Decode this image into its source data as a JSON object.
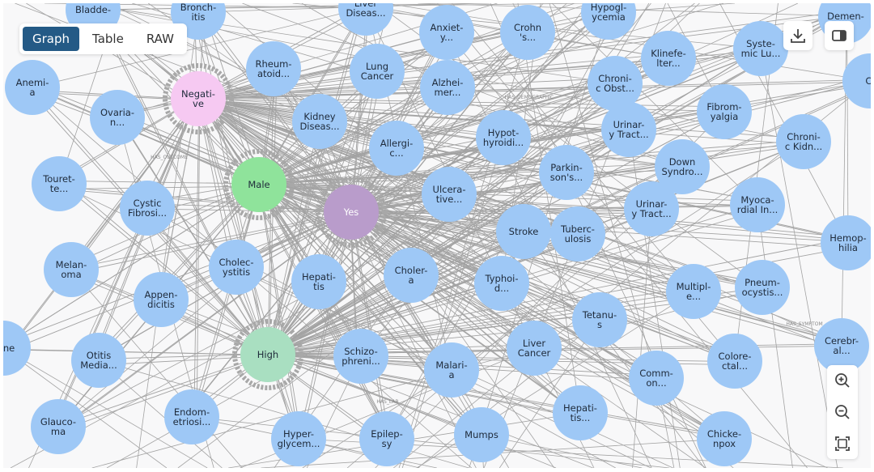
{
  "view_tabs": [
    {
      "label": "Graph",
      "active": true
    },
    {
      "label": "Table",
      "active": false
    },
    {
      "label": "RAW",
      "active": false
    }
  ],
  "toolbar": {
    "download": "download-icon",
    "toggle_panel": "side-panel-icon"
  },
  "zoom_controls": {
    "zoom_in": "zoom-in-icon",
    "zoom_out": "zoom-out-icon",
    "fit": "fit-to-screen-icon"
  },
  "colors": {
    "disease": "#9ec8f6",
    "negative": "#f6c9f2",
    "male": "#8fe39b",
    "yes": "#b99ccb",
    "high": "#a9dfc1",
    "edge": "#a3a3a3",
    "tab_active": "#245a86"
  },
  "edge_types": [
    "HAS_OUTCOME",
    "HAS_DEMOGRAPHIC",
    "HAS_SYMPTOM",
    "HAS_LAB"
  ],
  "nodes": [
    {
      "lines": [
        "Bladde-",
        ""
      ],
      "kind": "disease"
    },
    {
      "lines": [
        "Bronch-",
        "itis"
      ],
      "kind": "disease"
    },
    {
      "lines": [
        "Liver",
        "Diseas..."
      ],
      "kind": "disease"
    },
    {
      "lines": [
        "Anxiet-",
        "y..."
      ],
      "kind": "disease"
    },
    {
      "lines": [
        "Crohn",
        "'s..."
      ],
      "kind": "disease"
    },
    {
      "lines": [
        "Hypogl-",
        "ycemia"
      ],
      "kind": "disease"
    },
    {
      "lines": [
        "Demen-",
        ""
      ],
      "kind": "disease"
    },
    {
      "lines": [
        "Anemi-",
        "a"
      ],
      "kind": "disease"
    },
    {
      "lines": [
        "Rheum-",
        "atoid..."
      ],
      "kind": "disease"
    },
    {
      "lines": [
        "Lung",
        "Cancer"
      ],
      "kind": "disease"
    },
    {
      "lines": [
        "Alzhei-",
        "mer..."
      ],
      "kind": "disease"
    },
    {
      "lines": [
        "Klinefe-",
        "lter..."
      ],
      "kind": "disease"
    },
    {
      "lines": [
        "Chroni-",
        "c Obst..."
      ],
      "kind": "disease"
    },
    {
      "lines": [
        "Syste-",
        "mic Lu..."
      ],
      "kind": "disease"
    },
    {
      "lines": [
        "Ci",
        ""
      ],
      "kind": "disease"
    },
    {
      "lines": [
        "Negati-",
        "ve"
      ],
      "kind": "negative"
    },
    {
      "lines": [
        "Ovaria-",
        "n..."
      ],
      "kind": "disease"
    },
    {
      "lines": [
        "Kidney",
        "Diseas..."
      ],
      "kind": "disease"
    },
    {
      "lines": [
        "Allergi-",
        "c..."
      ],
      "kind": "disease"
    },
    {
      "lines": [
        "Hypot-",
        "hyroidi..."
      ],
      "kind": "disease"
    },
    {
      "lines": [
        "Urinar-",
        "y Tract..."
      ],
      "kind": "disease"
    },
    {
      "lines": [
        "Fibrom-",
        "yalgia"
      ],
      "kind": "disease"
    },
    {
      "lines": [
        "Chroni-",
        "c Kidn..."
      ],
      "kind": "disease"
    },
    {
      "lines": [
        "Touret-",
        "te..."
      ],
      "kind": "disease"
    },
    {
      "lines": [
        "Cystic",
        "Fibrosi..."
      ],
      "kind": "disease"
    },
    {
      "lines": [
        "Male",
        ""
      ],
      "kind": "male"
    },
    {
      "lines": [
        "Yes",
        ""
      ],
      "kind": "yes"
    },
    {
      "lines": [
        "Ulcera-",
        "tive..."
      ],
      "kind": "disease"
    },
    {
      "lines": [
        "Parkin-",
        "son's..."
      ],
      "kind": "disease"
    },
    {
      "lines": [
        "Down",
        "Syndro..."
      ],
      "kind": "disease"
    },
    {
      "lines": [
        "Myoca-",
        "rdial In..."
      ],
      "kind": "disease"
    },
    {
      "lines": [
        "Urinar-",
        "y Tract..."
      ],
      "kind": "disease"
    },
    {
      "lines": [
        "Stroke",
        ""
      ],
      "kind": "disease"
    },
    {
      "lines": [
        "Tuberc-",
        "ulosis"
      ],
      "kind": "disease"
    },
    {
      "lines": [
        "Hemop-",
        "hilia"
      ],
      "kind": "disease"
    },
    {
      "lines": [
        "Melan-",
        "oma"
      ],
      "kind": "disease"
    },
    {
      "lines": [
        "Cholec-",
        "ystitis"
      ],
      "kind": "disease"
    },
    {
      "lines": [
        "Hepati-",
        "tis"
      ],
      "kind": "disease"
    },
    {
      "lines": [
        "Choler-",
        "a"
      ],
      "kind": "disease"
    },
    {
      "lines": [
        "Typhoi-",
        "d..."
      ],
      "kind": "disease"
    },
    {
      "lines": [
        "Appen-",
        "dicitis"
      ],
      "kind": "disease"
    },
    {
      "lines": [
        "Multipl-",
        "e..."
      ],
      "kind": "disease"
    },
    {
      "lines": [
        "Pneum-",
        "ocystis..."
      ],
      "kind": "disease"
    },
    {
      "lines": [
        "Tetanu-",
        "s"
      ],
      "kind": "disease"
    },
    {
      "lines": [
        "Acne",
        ""
      ],
      "kind": "disease"
    },
    {
      "lines": [
        "Otitis",
        "Media..."
      ],
      "kind": "disease"
    },
    {
      "lines": [
        "High",
        ""
      ],
      "kind": "high"
    },
    {
      "lines": [
        "Schizo-",
        "phreni..."
      ],
      "kind": "disease"
    },
    {
      "lines": [
        "Malari-",
        "a"
      ],
      "kind": "disease"
    },
    {
      "lines": [
        "Liver",
        "Cancer"
      ],
      "kind": "disease"
    },
    {
      "lines": [
        "Comm-",
        "on..."
      ],
      "kind": "disease"
    },
    {
      "lines": [
        "Colore-",
        "ctal..."
      ],
      "kind": "disease"
    },
    {
      "lines": [
        "Cerebr-",
        "al..."
      ],
      "kind": "disease"
    },
    {
      "lines": [
        "Glauco-",
        "ma"
      ],
      "kind": "disease"
    },
    {
      "lines": [
        "Endom-",
        "etriosi..."
      ],
      "kind": "disease"
    },
    {
      "lines": [
        "Hyper-",
        "glycem..."
      ],
      "kind": "disease"
    },
    {
      "lines": [
        "Epilep-",
        "sy"
      ],
      "kind": "disease"
    },
    {
      "lines": [
        "Mumps",
        ""
      ],
      "kind": "disease"
    },
    {
      "lines": [
        "Hepati-",
        "tis..."
      ],
      "kind": "disease"
    },
    {
      "lines": [
        "Chicke-",
        "npox"
      ],
      "kind": "disease"
    }
  ]
}
